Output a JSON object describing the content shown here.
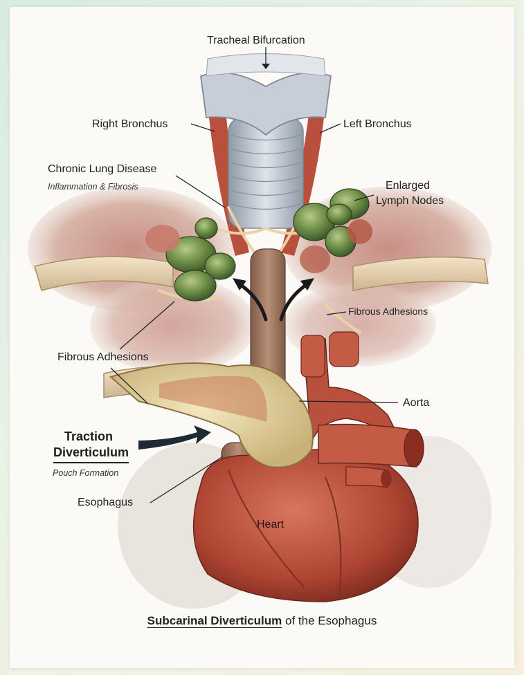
{
  "labels": {
    "tracheal_bifurcation": "Tracheal Bifurcation",
    "right_bronchus": "Right Bronchus",
    "left_bronchus": "Left Bronchus",
    "chronic_lung_disease": "Chronic Lung Disease",
    "chronic_lung_disease_sub": "Inflammation & Fibrosis",
    "enlarged_lymph_nodes_line1": "Enlarged",
    "enlarged_lymph_nodes_line2": "Lymph Nodes",
    "fibrous_adhesions_right": "Fibrous Adhesions",
    "fibrous_adhesions_left": "Fibrous Adhesions",
    "aorta": "Aorta",
    "traction_diverticulum_line1": "Traction",
    "traction_diverticulum_line2": "Diverticulum",
    "pouch_formation": "Pouch Formation",
    "esophagus": "Esophagus",
    "heart": "Heart"
  },
  "caption": {
    "bold_part": "Subcarinal Diverticulum",
    "rest": " of the Esophagus"
  },
  "colors": {
    "background_tint": "#d7ece4",
    "trachea": "#b9c1c9",
    "tissue": "#e7cfc0",
    "lymph_node": "#7c9a55",
    "muscle": "#b8503d",
    "diverticulum": "#e8d6a2"
  }
}
